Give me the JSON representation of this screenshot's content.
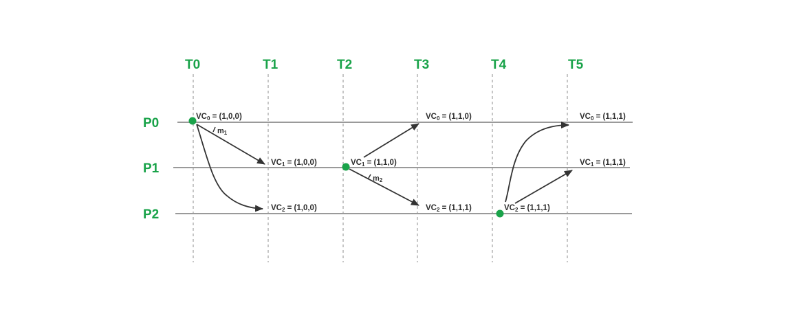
{
  "time_labels": [
    "T0",
    "T1",
    "T2",
    "T3",
    "T4",
    "T5"
  ],
  "process_labels": [
    "P0",
    "P1",
    "P2"
  ],
  "vector_clocks": [
    {
      "name": "VC",
      "sub": "0",
      "value": " = (1,0,0)"
    },
    {
      "name": "VC",
      "sub": "0",
      "value": " = (1,1,0)"
    },
    {
      "name": "VC",
      "sub": "0",
      "value": " = (1,1,1)"
    },
    {
      "name": "VC",
      "sub": "1",
      "value": " = (1,0,0)"
    },
    {
      "name": "VC",
      "sub": "1",
      "value": " = (1,1,0)"
    },
    {
      "name": "VC",
      "sub": "1",
      "value": " = (1,1,1)"
    },
    {
      "name": "VC",
      "sub": "2",
      "value": " = (1,0,0)"
    },
    {
      "name": "VC",
      "sub": "2",
      "value": " = (1,1,1)"
    },
    {
      "name": "VC",
      "sub": "2",
      "value": " = (1,1,1)"
    }
  ],
  "messages": [
    {
      "name": "m",
      "sub": "1"
    },
    {
      "name": "m",
      "sub": "2"
    }
  ],
  "colors": {
    "accent": "#1aa34a",
    "line": "#9a9a9a",
    "arrow": "#333333"
  }
}
